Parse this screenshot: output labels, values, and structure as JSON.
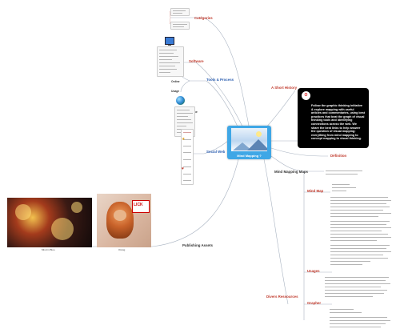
{
  "central": {
    "title": "Mind Mapping ?"
  },
  "branches": {
    "history": "A Short History",
    "definition": "Définition",
    "maps": "Mind Mapping Maps",
    "software": "Software",
    "tools": "Tools & Process",
    "social": "Social Web",
    "publishing": "Publishing Assets",
    "misc": "Divers Ressources"
  },
  "sub": {
    "categories": "Catégories",
    "mindmap": "Mind Map",
    "uses": "Usages",
    "graphic": "Grapher",
    "online": "Online",
    "offline": "Offline",
    "practice": "Usage"
  },
  "black_card": {
    "logo": "O",
    "text": "Follow the graphic thinking initiative & explore mapping with useful articles and commentaries, using best practices that beat the graph of visual thinking tools and identifying connections across the web. We share the best links to help answer the question of visual mapping: everything from mind mapping to concept mapping to visual thinking."
  },
  "photos": [
    {
      "caption": "Mind in Bloo"
    },
    {
      "caption": "Orang"
    }
  ],
  "icons": {
    "monitor": "monitor-icon",
    "globe": "globe-icon",
    "star": "star-icon",
    "heart": "heart-icon"
  },
  "colors": {
    "branch_red": "#c0392b",
    "branch_blue": "#2a5db0",
    "central_fill": "#3fa7e6",
    "line": "#aab4c2"
  }
}
